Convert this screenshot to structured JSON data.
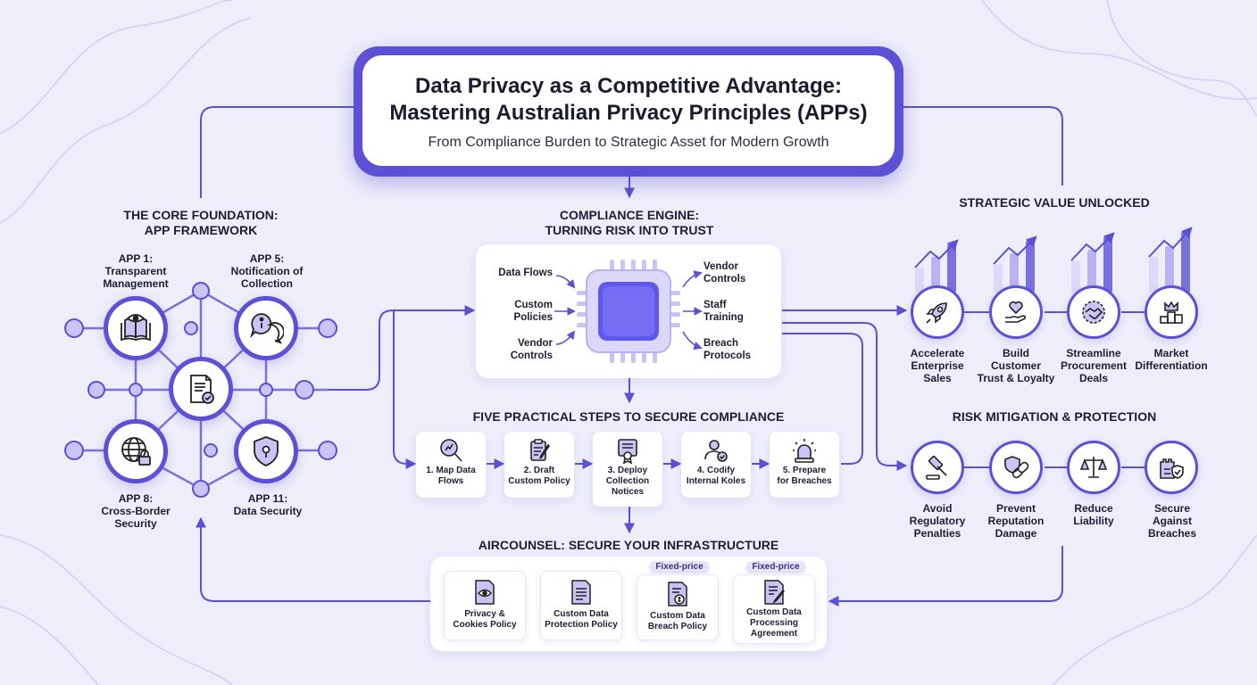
{
  "title": {
    "line1": "Data Privacy as a Competitive Advantage:",
    "line2": "Mastering Australian Privacy Principles (APPs)",
    "subtitle": "From Compliance Burden to Strategic Asset for Modern Growth"
  },
  "foundation": {
    "header1": "THE CORE FOUNDATION:",
    "header2": "APP FRAMEWORK",
    "app1": {
      "l1": "APP 1:",
      "l2": "Transparent",
      "l3": "Management"
    },
    "app5": {
      "l1": "APP 5:",
      "l2": "Notification of",
      "l3": "Collection"
    },
    "app8": {
      "l1": "APP 8:",
      "l2": "Cross-Border",
      "l3": "Security"
    },
    "app11": {
      "l1": "APP 11:",
      "l2": "Data Security"
    }
  },
  "engine": {
    "header1": "COMPLIANCE ENGINE:",
    "header2": "TURNING RISK INTO TRUST",
    "left": [
      "Data Flows",
      "Custom\nPolicies",
      "Vendor\nControls"
    ],
    "right": [
      "Vendor\nControls",
      "Staff\nTraining",
      "Breach\nProtocols"
    ]
  },
  "steps": {
    "header": "FIVE PRACTICAL STEPS TO SECURE COMPLIANCE",
    "items": [
      {
        "label": "1. Map Data\nFlows",
        "icon": "magnifier-chart-icon"
      },
      {
        "label": "2. Draft\nCustom Policy",
        "icon": "clipboard-pen-icon"
      },
      {
        "label": "3. Deploy\nCollection\nNotices",
        "icon": "certificate-icon"
      },
      {
        "label": "4. Codify\nInternal Koles",
        "icon": "user-check-icon"
      },
      {
        "label": "5. Prepare\nfor Breaches",
        "icon": "alarm-light-icon"
      }
    ]
  },
  "aircounsel": {
    "header": "AIRCOUNSEL: SECURE YOUR INFRASTRUCTURE",
    "docs": [
      {
        "label": "Privacy &\nCookies Policy",
        "badge": "",
        "icon": "eye-document-icon"
      },
      {
        "label": "Custom Data\nProtection Policy",
        "badge": "",
        "icon": "document-icon"
      },
      {
        "label": "Custom Data\nBreach Policy",
        "badge": "Fixed-price",
        "icon": "dollar-document-icon"
      },
      {
        "label": "Custom Data\nProcessing\nAgreement",
        "badge": "Fixed-price",
        "icon": "signed-document-icon"
      }
    ]
  },
  "strategic": {
    "header": "STRATEGIC VALUE UNLOCKED",
    "items": [
      {
        "label": "Accelerate\nEnterprise\nSales",
        "icon": "rocket-icon"
      },
      {
        "label": "Build\nCustomer\nTrust & Loyalty",
        "icon": "heart-hand-icon"
      },
      {
        "label": "Streamline\nProcurement\nDeals",
        "icon": "handshake-icon"
      },
      {
        "label": "Market\nDifferentiation",
        "icon": "crown-podium-icon"
      }
    ]
  },
  "risk": {
    "header": "RISK MITIGATION & PROTECTION",
    "items": [
      {
        "label": "Avoid\nRegulatory\nPenalties",
        "icon": "gavel-icon"
      },
      {
        "label": "Prevent\nReputation\nDamage",
        "icon": "shield-chain-icon"
      },
      {
        "label": "Reduce\nLiability",
        "icon": "scales-icon"
      },
      {
        "label": "Secure\nAgainst\nBreaches",
        "icon": "castle-shield-icon"
      }
    ]
  },
  "colors": {
    "accent": "#5b50d6",
    "light": "#b9b3f2",
    "bg": "#eeeefb"
  }
}
